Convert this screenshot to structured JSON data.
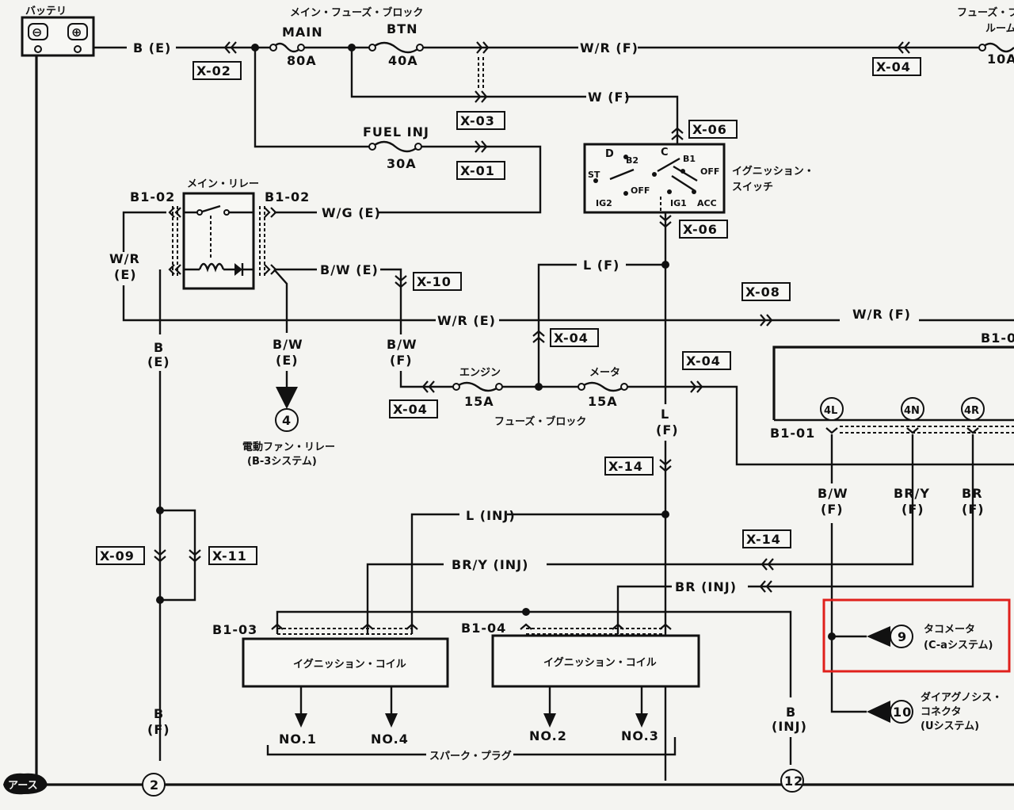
{
  "battery": {
    "label": "バッテリ"
  },
  "fuses": {
    "main_block_title": "メイン・フューズ・ブロック",
    "main": {
      "name": "MAIN",
      "rating": "80A"
    },
    "btn": {
      "name": "BTN",
      "rating": "40A"
    },
    "fuel_inj": {
      "name": "FUEL  INJ",
      "rating": "30A"
    },
    "engine": {
      "name": "エンジン",
      "rating": "15A"
    },
    "meter": {
      "name": "メータ",
      "rating": "15A"
    },
    "fuse_block_label": "フューズ・ブロック",
    "right_block_title": "フューズ・ブ",
    "room": {
      "name": "ルーム",
      "rating": "10A"
    }
  },
  "wires": {
    "b_e": "B (E)",
    "w_r_f_top": "W/R (F)",
    "w_f": "W (F)",
    "w_g_e": "W/G (E)",
    "b_w_e": "B/W (E)",
    "w_r_e_side": [
      "W/R",
      "(E)"
    ],
    "w_r_e": "W/R (E)",
    "w_r_f_mid": "W/R (F)",
    "l_f": "L (F)",
    "b_e_side": [
      "B",
      "(E)"
    ],
    "b_w_e_side": [
      "B/W",
      "(E)"
    ],
    "b_w_f_side": [
      "B/W",
      "(F)"
    ],
    "l_f_side": [
      "L",
      "(F)"
    ],
    "l_inj": "L (INJ)",
    "br_y_inj": "BR/Y (INJ)",
    "br_inj": "BR (INJ)",
    "b_f_side": [
      "B",
      "(F)"
    ],
    "b_inj_side": [
      "B",
      "(INJ)"
    ],
    "b_w_f_right": [
      "B/W",
      "(F)"
    ],
    "br_y_f": [
      "BR/Y",
      "(F)"
    ],
    "br_f": [
      "BR",
      "(F)"
    ]
  },
  "connectors": {
    "x02": "X-02",
    "x03": "X-03",
    "x01": "X-01",
    "x04_top": "X-04",
    "x06_top": "X-06",
    "x06_bot": "X-06",
    "x10": "X-10",
    "x08": "X-08",
    "x04_a": "X-04",
    "x04_b": "X-04",
    "x04_c": "X-04",
    "x14_a": "X-14",
    "x14_b": "X-14",
    "x09": "X-09",
    "x11": "X-11"
  },
  "relay": {
    "title": "メイン・リレー",
    "left": "B1-02",
    "right": "B1-02"
  },
  "ignition_switch": {
    "title": [
      "イグニッション・",
      "スイッチ"
    ],
    "terminals": {
      "d": "D",
      "c": "C",
      "b2": "B2",
      "b1": "B1",
      "st": "ST",
      "off1": "OFF",
      "off2": "OFF",
      "ig2": "IG2",
      "ig1": "IG1",
      "acc": "ACC"
    }
  },
  "fan_relay": {
    "num": "4",
    "label": [
      "電動ファン・リレー",
      "(B-3システム)"
    ]
  },
  "coils": {
    "left": {
      "id": "B1-03",
      "label": "イグニッション・コイル"
    },
    "right": {
      "id": "B1-04",
      "label": "イグニッション・コイル"
    }
  },
  "spark_plugs": {
    "no1": "NO.1",
    "no4": "NO.4",
    "no2": "NO.2",
    "no3": "NO.3",
    "label": "スパーク・プラグ"
  },
  "ecu": {
    "top_id": "B1-0",
    "bottom_id": "B1-01",
    "pins": [
      "4L",
      "4N",
      "4R"
    ]
  },
  "tachometer": {
    "num": "9",
    "label": [
      "タコメータ",
      "(C-aシステム)"
    ]
  },
  "diag": {
    "num": "10",
    "label": [
      "ダイアグノシス・",
      "コネクタ",
      "(Uシステム)"
    ]
  },
  "ground": {
    "label": "アース",
    "nodes": [
      "2",
      "12"
    ]
  },
  "highlight_color": "#e0201c"
}
